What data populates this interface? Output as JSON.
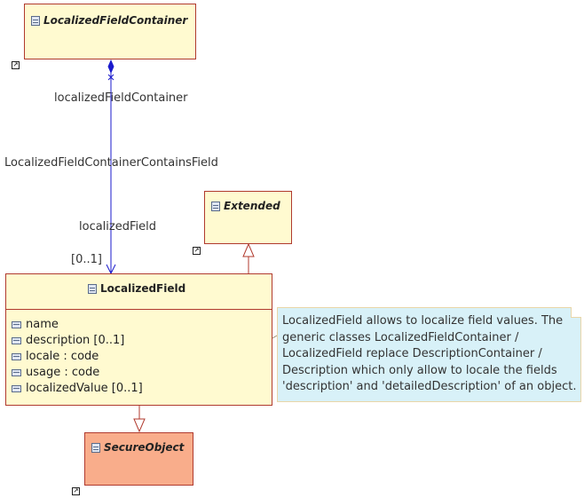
{
  "classes": {
    "localized_field_container": {
      "name": "LocalizedFieldContainer"
    },
    "extended": {
      "name": "Extended"
    },
    "localized_field": {
      "name": "LocalizedField",
      "attributes": [
        "name",
        "description [0..1]",
        "locale : code",
        "usage : code",
        "localizedValue [0..1]"
      ]
    },
    "secure_object": {
      "name": "SecureObject"
    }
  },
  "association": {
    "source_role": "localizedFieldContainer",
    "name": "LocalizedFieldContainerContainsField",
    "target_role": "localizedField",
    "target_multiplicity": "[0..1]"
  },
  "note": {
    "lines": [
      "LocalizedField allows to localize field values. The",
      "generic classes LocalizedFieldContainer /",
      "LocalizedField replace DescriptionContainer /",
      "Description which only allow to locale the fields",
      "'description' and 'detailedDescription' of an object."
    ]
  },
  "colors": {
    "class_fill": "#fffad0",
    "secure_object_fill": "#f9ad8b",
    "class_border": "#b03a2e",
    "association": "#1a1acc",
    "note_fill": "#d8f1f8"
  },
  "icons": {
    "class": "class-icon",
    "attribute": "attribute-icon",
    "shortcut": "shortcut-arrow-icon"
  }
}
